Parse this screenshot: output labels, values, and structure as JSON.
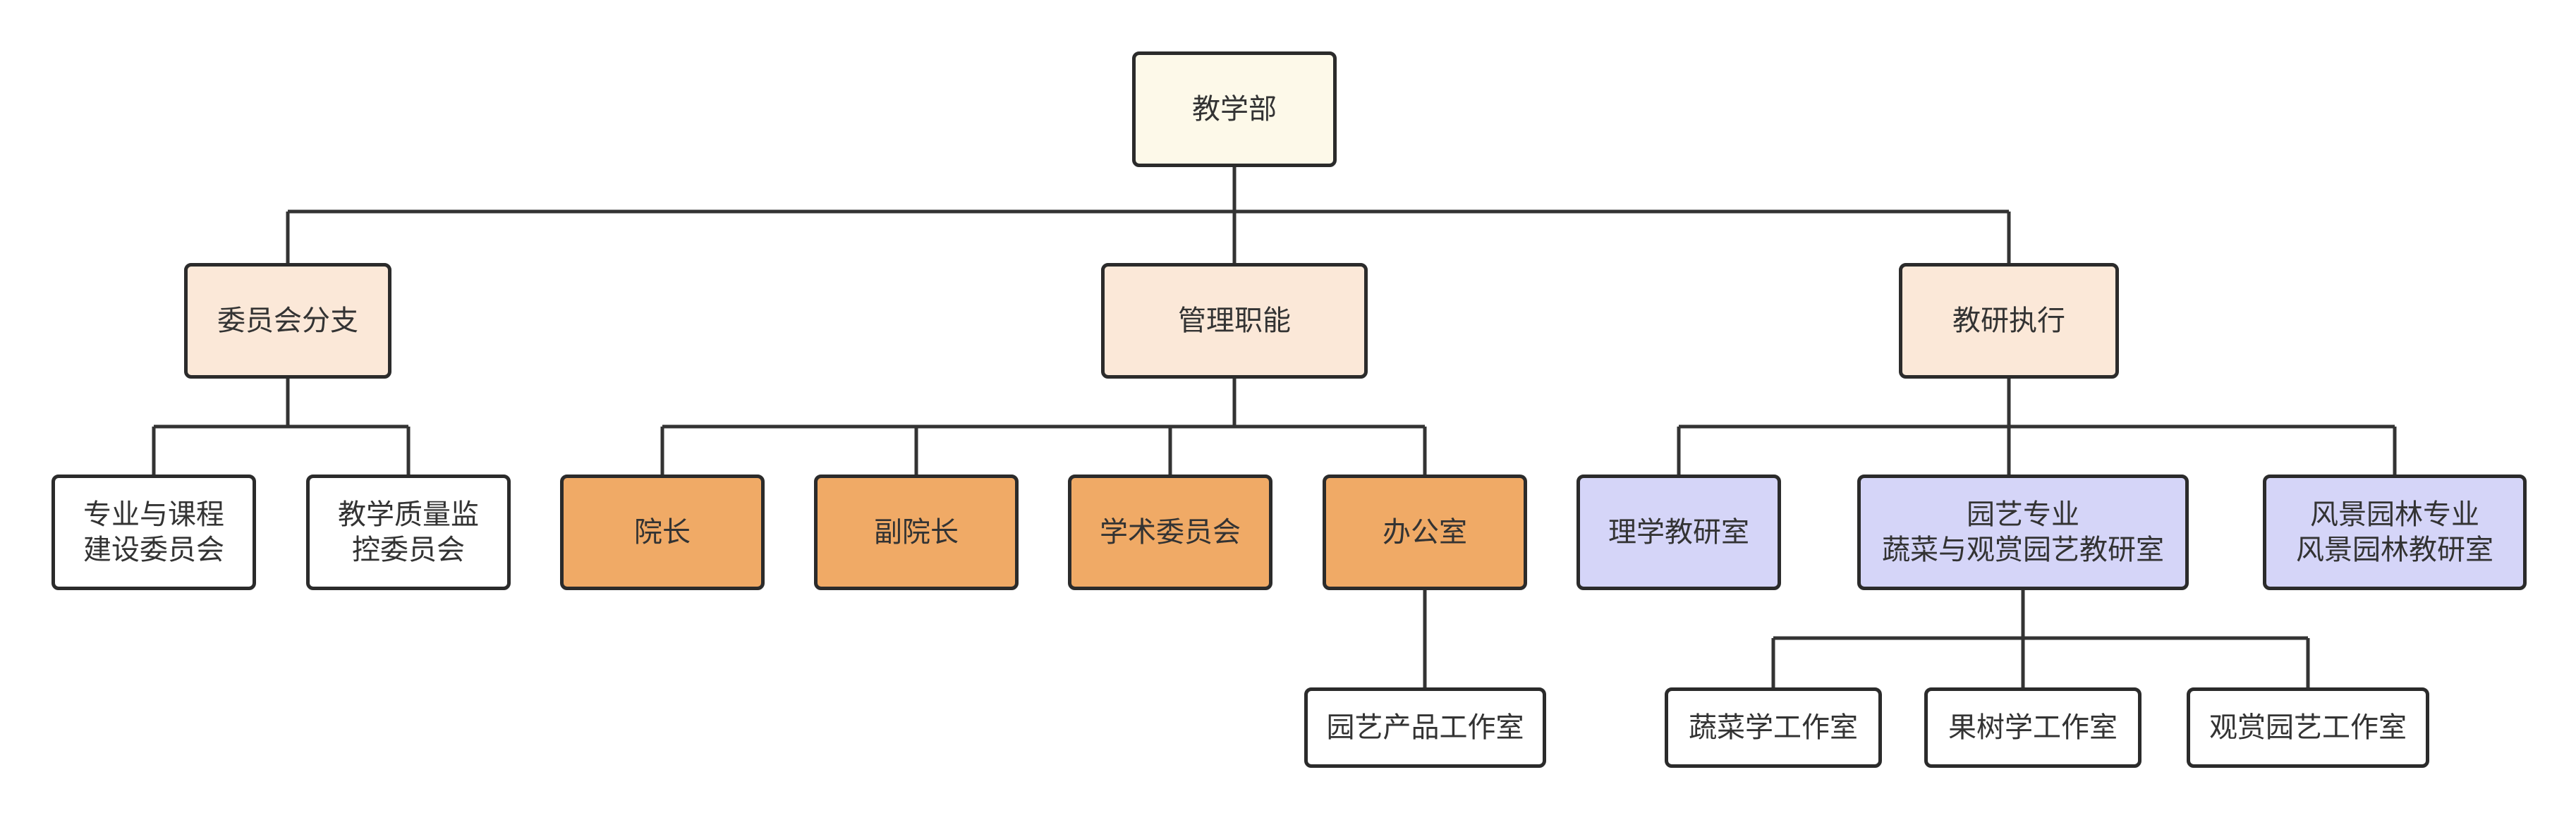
{
  "diagram": {
    "type": "org-chart",
    "root": {
      "label": "教学部",
      "children": [
        {
          "label": "委员会分支",
          "children": [
            {
              "lines": [
                "专业与课程",
                "建设委员会"
              ]
            },
            {
              "lines": [
                "教学质量监",
                "控委员会"
              ]
            }
          ]
        },
        {
          "label": "管理职能",
          "children": [
            {
              "label": "院长"
            },
            {
              "label": "副院长"
            },
            {
              "label": "学术委员会"
            },
            {
              "label": "办公室",
              "children": [
                {
                  "label": "园艺产品工作室"
                }
              ]
            }
          ]
        },
        {
          "label": "教研执行",
          "children": [
            {
              "label": "理学教研室"
            },
            {
              "lines": [
                "园艺专业",
                "蔬菜与观赏园艺教研室"
              ],
              "children": [
                {
                  "label": "蔬菜学工作室"
                },
                {
                  "label": "果树学工作室"
                },
                {
                  "label": "观赏园艺工作室"
                }
              ]
            },
            {
              "lines": [
                "风景园林专业",
                "风景园林教研室"
              ]
            }
          ]
        }
      ]
    },
    "colors": {
      "border": "#2b2b2b",
      "connector": "#333333",
      "text": "#333333",
      "root_fill": "#fdf9e9",
      "branch_fill": "#fbe8d8",
      "committee_fill": "#ffffff",
      "management_fill": "#f0aa66",
      "research_fill": "#d5d5f8"
    }
  }
}
